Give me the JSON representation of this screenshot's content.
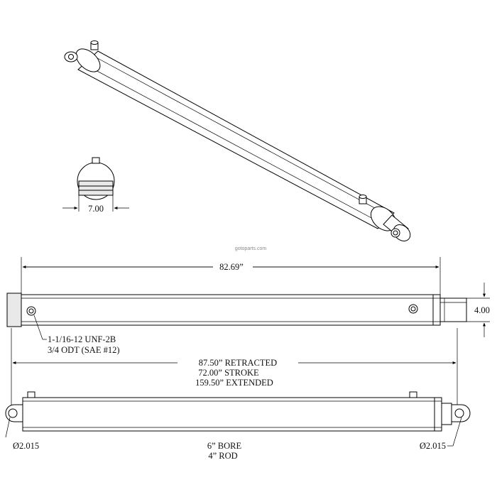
{
  "watermark": "gotoparts.com",
  "end_view": {
    "width_label": "7.00"
  },
  "top_view": {
    "overall_length_label": "82.69”",
    "rod_height_label": "4.00",
    "port_spec_line1": "1-1/16-12 UNF-2B",
    "port_spec_line2": "3/4 ODT (SAE #12)"
  },
  "side_view": {
    "length_line1": "87.50” RETRACTED",
    "length_line2": "72.00” STROKE",
    "length_line3": "159.50” EXTENDED",
    "left_pin_label": "Ø2.015",
    "right_pin_label": "Ø2.015",
    "bore_label": "6” BORE",
    "rod_label": "4” ROD"
  }
}
